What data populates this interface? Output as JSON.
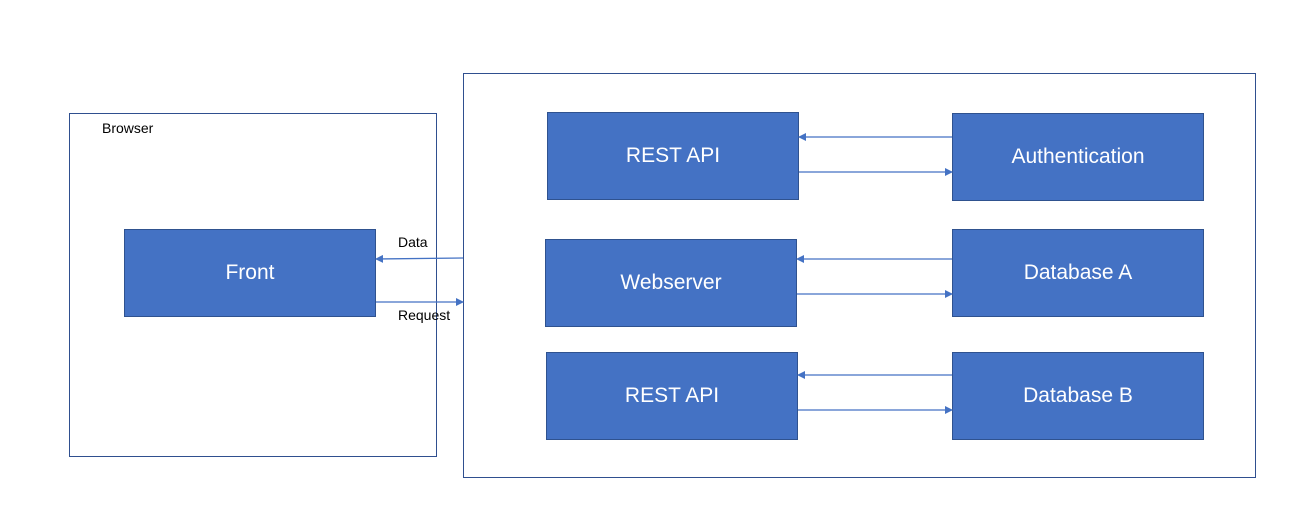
{
  "colors": {
    "box_fill": "#4472c4",
    "box_border": "#2f528f",
    "box_text": "#ffffff",
    "frame_border": "#2f4f8f",
    "arrow": "#4472c4"
  },
  "browser": {
    "label": "Browser",
    "front": "Front"
  },
  "edges": {
    "data_label": "Data",
    "request_label": "Request"
  },
  "server": {
    "rest_api_top": "REST API",
    "webserver": "Webserver",
    "rest_api_bottom": "REST API",
    "authentication": "Authentication",
    "database_a": "Database A",
    "database_b": "Database B"
  }
}
